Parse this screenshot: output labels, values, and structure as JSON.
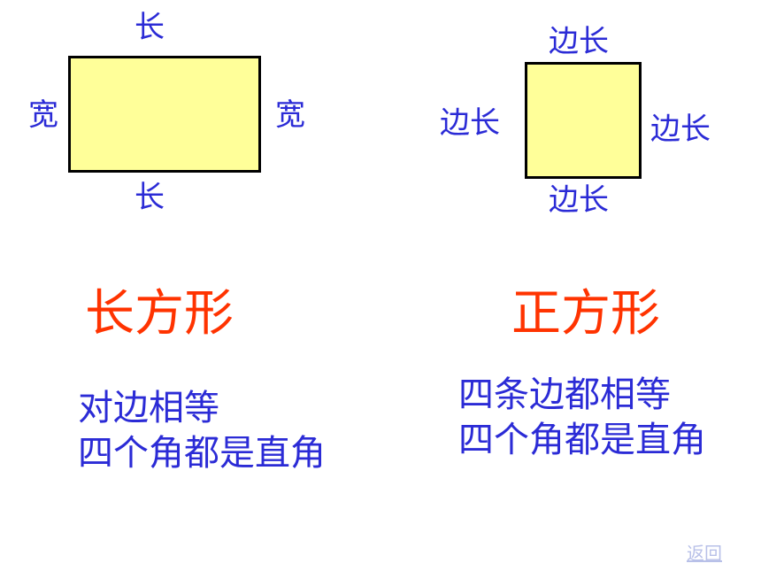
{
  "rectangle": {
    "top_label": "长",
    "bottom_label": "长",
    "left_label": "宽",
    "right_label": "宽",
    "title": "长方形",
    "properties": [
      "对边相等",
      "四个角都是直角"
    ],
    "fill_color": "#ffff99",
    "border_color": "#000000"
  },
  "square": {
    "top_label": "边长",
    "bottom_label": "边长",
    "left_label": "边长",
    "right_label": "边长",
    "title": "正方形",
    "properties": [
      "四条边都相等",
      "四个角都是直角"
    ],
    "fill_color": "#ffff99",
    "border_color": "#000000"
  },
  "colors": {
    "label_blue": "#2b2bd6",
    "title_red": "#ff3300",
    "link": "#b8c0e8"
  },
  "back_link": "返回"
}
